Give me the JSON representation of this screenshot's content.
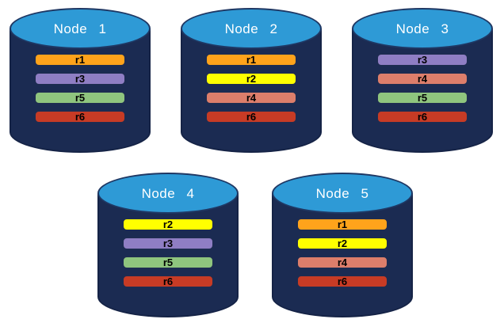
{
  "diagram": {
    "background": "#ffffff",
    "cylinder": {
      "body_fill": "#1B2B52",
      "body_outline": "#152346",
      "top_fill": "#2E9AD6",
      "top_outline": "#1F3864",
      "title_color": "#ffffff"
    },
    "bar_style": {
      "outline": "#1f2d50",
      "label_color": "#000000"
    },
    "replica_colors": {
      "r1": "#FFA31B",
      "r2": "#FFFF00",
      "r3": "#8F7EC4",
      "r4": "#DD7E6B",
      "r5": "#8FC57E",
      "r6": "#C73B25"
    },
    "nodes": [
      {
        "title": "Node 1",
        "replicas": [
          "r1",
          "r3",
          "r5",
          "r6"
        ]
      },
      {
        "title": "Node 2",
        "replicas": [
          "r1",
          "r2",
          "r4",
          "r6"
        ]
      },
      {
        "title": "Node 3",
        "replicas": [
          "r3",
          "r4",
          "r5",
          "r6"
        ]
      },
      {
        "title": "Node 4",
        "replicas": [
          "r2",
          "r3",
          "r5",
          "r6"
        ]
      },
      {
        "title": "Node 5",
        "replicas": [
          "r1",
          "r2",
          "r4",
          "r6"
        ]
      }
    ]
  }
}
